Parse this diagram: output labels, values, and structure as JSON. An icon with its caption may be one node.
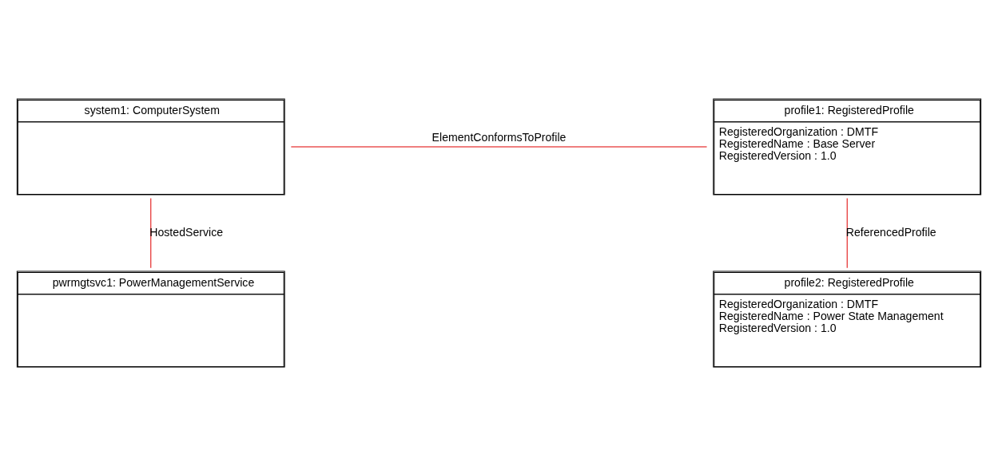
{
  "diagram": {
    "nodes": [
      {
        "text": [
          "system1: ComputerSystem"
        ]
      },
      {
        "text": [
          "profile1: RegisteredProfile",
          "RegisteredOrganization : DMTF",
          "RegisteredName : Base Server",
          "RegisteredVersion : 1.0"
        ]
      },
      {
        "text": [
          "pwrmgtsvc1: PowerManagementService"
        ]
      },
      {
        "text": [
          "profile2: RegisteredProfile",
          "RegisteredOrganization : DMTF",
          "RegisteredName : Power State Management",
          "RegisteredVersion : 1.0"
        ]
      }
    ],
    "edges": [
      {
        "from": 0,
        "to": 1,
        "arrow": "none",
        "label": "ElementConformsToProfile"
      },
      {
        "from": 0,
        "to": 2,
        "arrow": "none",
        "label": "HostedService"
      },
      {
        "from": 1,
        "to": 3,
        "arrow": "none",
        "label": "ReferencedProfile"
      }
    ]
  }
}
